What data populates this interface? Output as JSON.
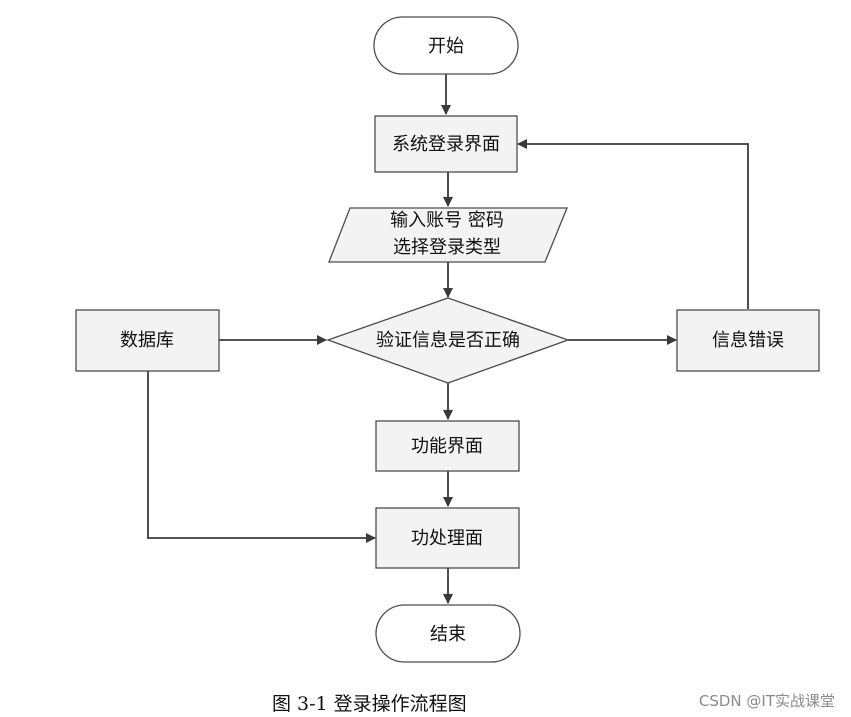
{
  "nodes": {
    "start": "开始",
    "login_ui": "系统登录界面",
    "input_line1": "输入账号 密码",
    "input_line2": "选择登录类型",
    "verify": "验证信息是否正确",
    "database": "数据库",
    "error": "信息错误",
    "function_ui": "功能界面",
    "process_ui": "功处理面",
    "end": "结束"
  },
  "caption": "图 3-1 登录操作流程图",
  "watermark": "CSDN @IT实战课堂"
}
